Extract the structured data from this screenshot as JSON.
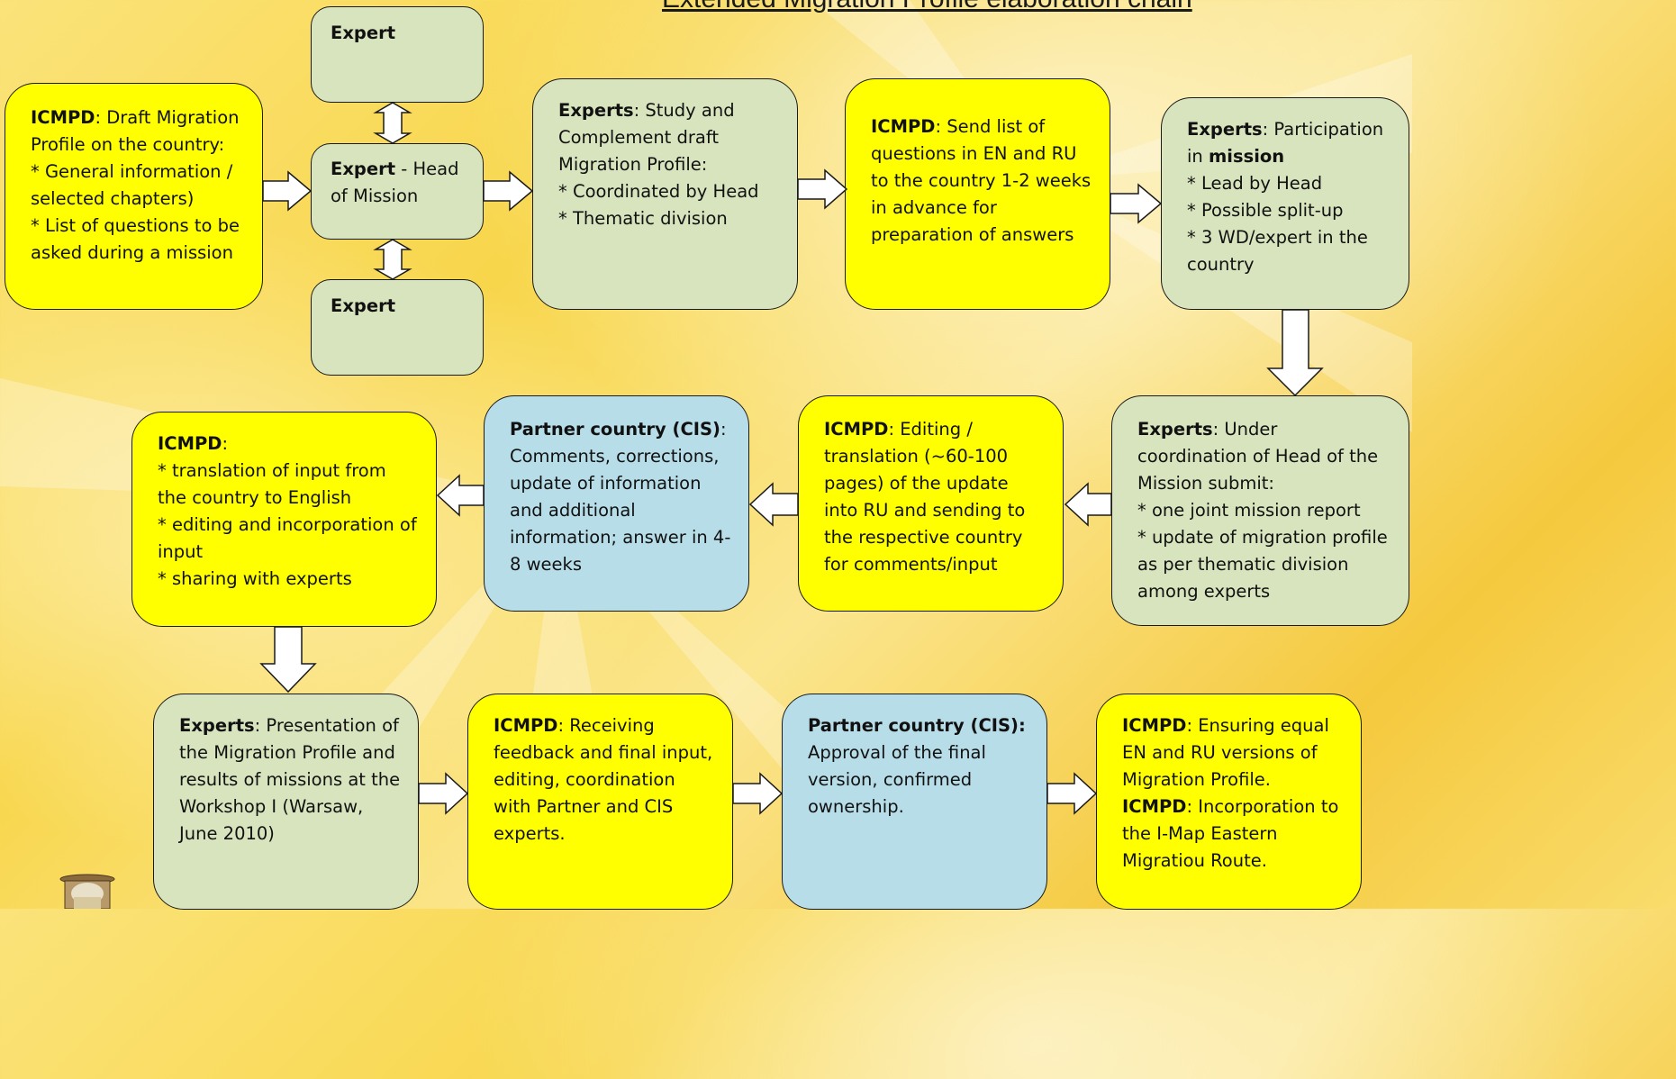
{
  "title": "Extended Migration Profile elaboration chain",
  "colors": {
    "yellow": "#ffff00",
    "green": "#d7e4bd",
    "blue": "#b7dde8"
  },
  "boxes": {
    "b1": {
      "head": "ICMPD",
      "rest": ": Draft Migration Profile on the country:\n* General information / selected chapters)\n* List of questions to be asked during a mission"
    },
    "e1": {
      "head": "Expert",
      "rest": ""
    },
    "e2": {
      "head": "Expert",
      "rest": " - Head of Mission"
    },
    "e3": {
      "head": "Expert",
      "rest": ""
    },
    "b3": {
      "head": "Experts",
      "rest": ": Study and Complement draft Migration Profile:\n* Coordinated by Head\n* Thematic division"
    },
    "b4": {
      "head": "ICMPD",
      "rest": ": Send list of questions in EN and RU to the country 1-2 weeks in advance for preparation of answers"
    },
    "b5": {
      "head": "Experts",
      "rest_a": ": Participation in ",
      "bold2": "mission",
      "rest_b": "\n* Lead by Head\n* Possible split-up\n* 3 WD/expert in the country"
    },
    "b6": {
      "head": "Experts",
      "rest": ": Under coordination of Head of the Mission submit:\n* one joint mission report\n* update of migration profile as per thematic division among experts"
    },
    "b7": {
      "head": "ICMPD",
      "rest": ": Editing / translation (~60-100 pages) of the update into RU and sending to the respective country for comments/input"
    },
    "b8": {
      "head": "Partner country (CIS)",
      "rest": ": Comments, corrections, update of information and additional information; answer in 4-8 weeks"
    },
    "b9": {
      "head": "ICMPD",
      "rest": ":\n* translation of input from the country to English\n* editing and incorporation of input\n* sharing with experts"
    },
    "b10": {
      "head": "Experts",
      "rest": ": Presentation of the Migration Profile and results of missions at the Workshop I (Warsaw, June 2010)"
    },
    "b11": {
      "head": "ICMPD",
      "rest": ": Receiving feedback and final input, editing, coordination with Partner and CIS experts."
    },
    "b12": {
      "head": "Partner country (CIS):",
      "rest": "\nApproval of the final version, confirmed ownership."
    },
    "b13": {
      "head": "ICMPD",
      "rest": ": Ensuring equal EN and RU versions of Migration Profile.\n",
      "head2": "ICMPD",
      "rest2": ": Incorporation to the I-Map Eastern Migratiou Route."
    }
  }
}
